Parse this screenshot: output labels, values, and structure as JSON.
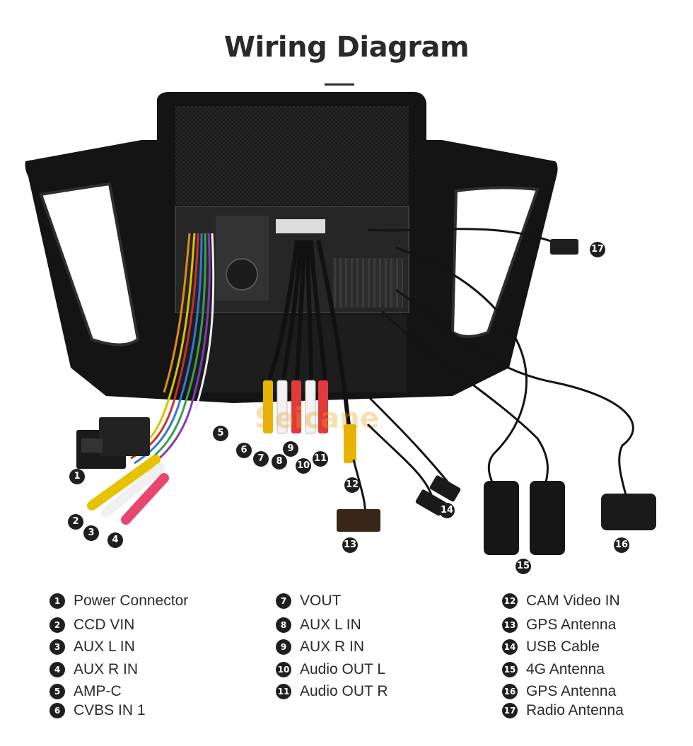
{
  "title": "Wiring Diagram",
  "watermark": "Seicane",
  "callouts": [
    "1",
    "2",
    "3",
    "4",
    "5",
    "6",
    "7",
    "8",
    "9",
    "10",
    "11",
    "12",
    "13",
    "14",
    "15",
    "16",
    "17"
  ],
  "legend": [
    {
      "num": "1",
      "label": "Power Connector"
    },
    {
      "num": "2",
      "label": "CCD VIN"
    },
    {
      "num": "3",
      "label": "AUX L IN"
    },
    {
      "num": "4",
      "label": "AUX R IN"
    },
    {
      "num": "5",
      "label": "AMP-C"
    },
    {
      "num": "6",
      "label": "CVBS IN 1"
    },
    {
      "num": "7",
      "label": "VOUT"
    },
    {
      "num": "8",
      "label": "AUX L IN"
    },
    {
      "num": "9",
      "label": "AUX R IN"
    },
    {
      "num": "10",
      "label": "Audio OUT L"
    },
    {
      "num": "11",
      "label": "Audio OUT R"
    },
    {
      "num": "12",
      "label": "CAM Video IN"
    },
    {
      "num": "13",
      "label": "GPS Antenna"
    },
    {
      "num": "14",
      "label": "USB Cable"
    },
    {
      "num": "15",
      "label": "4G Antenna"
    },
    {
      "num": "16",
      "label": "GPS Antenna"
    },
    {
      "num": "17",
      "label": "Radio Antenna"
    }
  ]
}
